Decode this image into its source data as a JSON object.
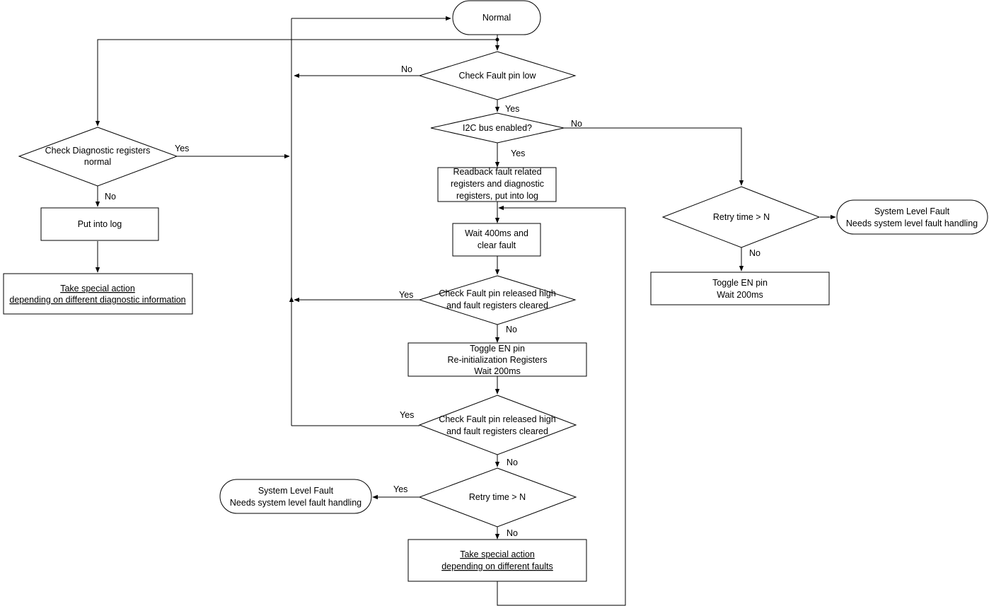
{
  "nodes": {
    "normal": "Normal",
    "check_fault_low": "Check Fault pin low",
    "i2c_enabled": "I2C bus enabled?",
    "readback": [
      "Readback fault related",
      "registers and diagnostic",
      "registers, put into log"
    ],
    "wait400": [
      "Wait 400ms and",
      "clear fault"
    ],
    "check_released_1": [
      "Check Fault pin released high",
      "and fault registers cleared"
    ],
    "toggle_reinit": [
      "Toggle EN pin",
      "Re-initialization Registers",
      "Wait 200ms"
    ],
    "check_released_2": [
      "Check Fault pin released high",
      "and fault registers cleared"
    ],
    "retry_center": "Retry time > N",
    "special_faults": [
      "Take special action",
      "depending on different faults"
    ],
    "system_fault_left": [
      "System Level Fault",
      "Needs system level fault handling"
    ],
    "check_diag": [
      "Check Diagnostic registers",
      "normal"
    ],
    "put_log": "Put into log",
    "special_diag": [
      "Take special action",
      "depending on different diagnostic information"
    ],
    "retry_right": "Retry time > N",
    "system_fault_right": [
      "System Level Fault",
      "Needs system level fault handling"
    ],
    "toggle_right": [
      "Toggle EN pin",
      "Wait 200ms"
    ]
  },
  "edge_labels": {
    "yes": "Yes",
    "no": "No"
  }
}
